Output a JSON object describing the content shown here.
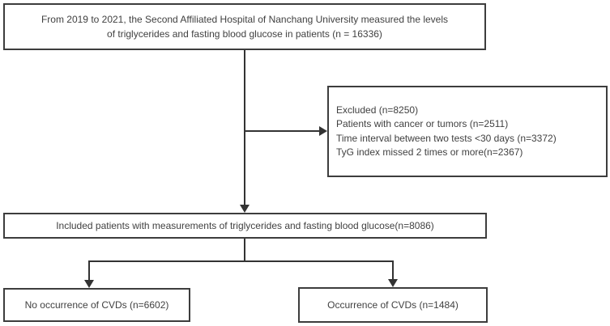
{
  "flowchart": {
    "top_box": {
      "line1": "From 2019 to 2021, the Second Affiliated Hospital of Nanchang University measured the levels",
      "line2": "of triglycerides and fasting blood glucose in patients (n = 16336)"
    },
    "excluded_box": {
      "line1": "Excluded (n=8250)",
      "line2": "Patients with cancer or tumors (n=2511)",
      "line3": "Time interval between two tests <30 days (n=3372)",
      "line4": "TyG index missed 2 times or more(n=2367)"
    },
    "included_box": {
      "text": "Included patients with measurements of triglycerides and fasting blood glucose(n=8086)"
    },
    "no_cvd_box": {
      "text": "No occurrence of CVDs (n=6602)"
    },
    "cvd_box": {
      "text": "Occurrence of CVDs (n=1484)"
    },
    "colors": {
      "box_border": "#3d3d3d",
      "text": "#414141",
      "connector_line": "#333333",
      "background": "#ffffff"
    }
  }
}
